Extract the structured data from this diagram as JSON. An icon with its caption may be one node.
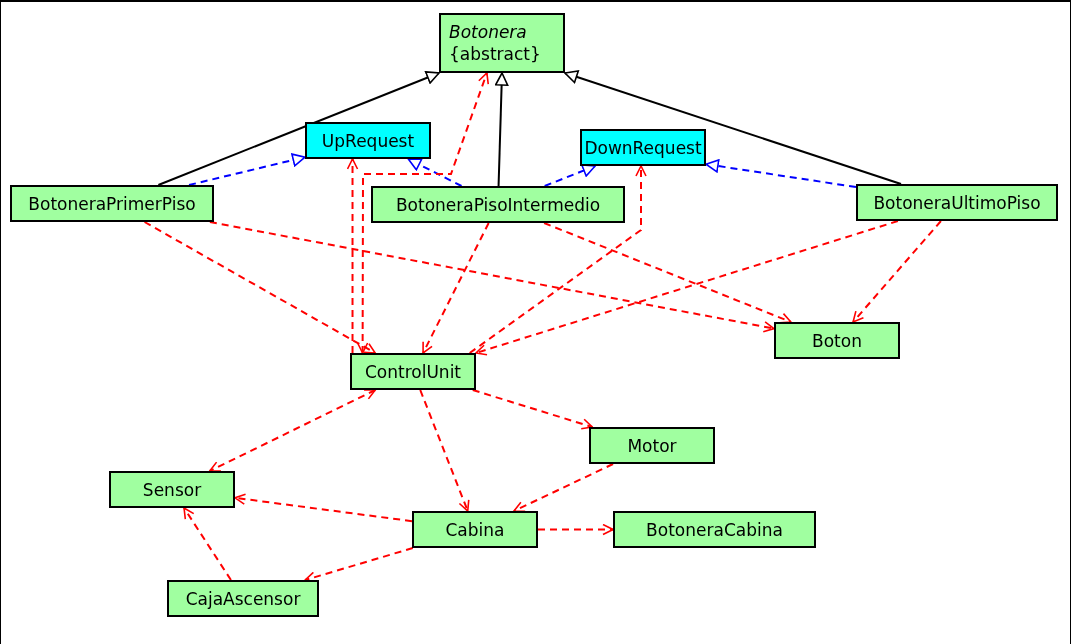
{
  "diagram": {
    "nodes": [
      {
        "text": [
          "Botonera",
          "{abstract}"
        ]
      },
      {
        "text": [
          "UpRequest"
        ]
      },
      {
        "text": [
          "DownRequest"
        ]
      },
      {
        "text": [
          "BotoneraPrimerPiso"
        ]
      },
      {
        "text": [
          "BotoneraPisoIntermedio"
        ]
      },
      {
        "text": [
          "BotoneraUltimoPiso"
        ]
      },
      {
        "text": [
          "Boton"
        ]
      },
      {
        "text": [
          "ControlUnit"
        ]
      },
      {
        "text": [
          "Motor"
        ]
      },
      {
        "text": [
          "Sensor"
        ]
      },
      {
        "text": [
          "Cabina"
        ]
      },
      {
        "text": [
          "BotoneraCabina"
        ]
      },
      {
        "text": [
          "CajaAscensor"
        ]
      }
    ],
    "edges": [
      {
        "from": 3,
        "to": 0,
        "arrow": "to",
        "color": "#000000"
      },
      {
        "from": 4,
        "to": 0,
        "arrow": "to",
        "color": "#000000"
      },
      {
        "from": 5,
        "to": 0,
        "arrow": "to",
        "color": "#000000"
      },
      {
        "from": 3,
        "to": 1,
        "arrow": "to",
        "style": "dashed",
        "color": "#0000ff"
      },
      {
        "from": 4,
        "to": 1,
        "arrow": "to",
        "style": "dashed",
        "color": "#0000ff"
      },
      {
        "from": 4,
        "to": 2,
        "arrow": "to",
        "style": "dashed",
        "color": "#0000ff"
      },
      {
        "from": 5,
        "to": 2,
        "arrow": "to",
        "style": "dashed",
        "color": "#0000ff"
      },
      {
        "from": 7,
        "to": 0,
        "arrow": "both",
        "style": "dashed"
      },
      {
        "from": 7,
        "to": 1,
        "arrow": "to",
        "style": "dashed"
      },
      {
        "from": 7,
        "to": 2,
        "arrow": "to",
        "style": "dashed"
      },
      {
        "from": 4,
        "to": 7,
        "arrow": "to",
        "style": "dashed"
      },
      {
        "from": 4,
        "to": 6,
        "arrow": "to",
        "style": "dashed"
      },
      {
        "from": 3,
        "to": 7,
        "arrow": "to",
        "style": "dashed"
      },
      {
        "from": 3,
        "to": 6,
        "arrow": "to",
        "style": "dashed"
      },
      {
        "from": 5,
        "to": 7,
        "arrow": "to",
        "style": "dashed"
      },
      {
        "from": 5,
        "to": 6,
        "arrow": "to",
        "style": "dashed"
      },
      {
        "from": 7,
        "to": 9,
        "arrow": "both",
        "style": "dashed"
      },
      {
        "from": 7,
        "to": 8,
        "arrow": "to",
        "style": "dashed"
      },
      {
        "from": 7,
        "to": 10,
        "arrow": "to",
        "style": "dashed"
      },
      {
        "from": 8,
        "to": 10,
        "arrow": "to",
        "style": "dashed"
      },
      {
        "from": 10,
        "to": 9,
        "arrow": "to",
        "style": "dashed"
      },
      {
        "from": 10,
        "to": 11,
        "arrow": "to",
        "style": "dashed"
      },
      {
        "from": 10,
        "to": 12,
        "arrow": "to",
        "style": "dashed"
      },
      {
        "from": 12,
        "to": 9,
        "arrow": "to",
        "style": "dashed"
      }
    ]
  }
}
